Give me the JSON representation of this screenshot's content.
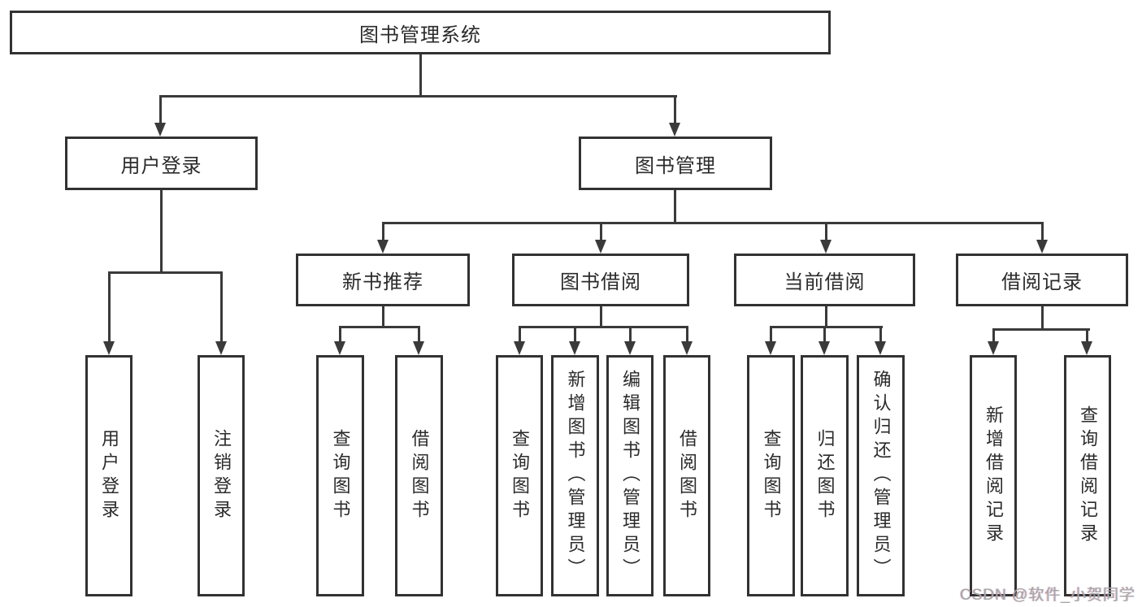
{
  "diagram": {
    "label": "图书管理系统",
    "children": [
      {
        "label": "用户登录",
        "children": [
          {
            "label": "用户登录"
          },
          {
            "label": "注销登录"
          }
        ]
      },
      {
        "label": "图书管理",
        "children": [
          {
            "label": "新书推荐",
            "children": [
              {
                "label": "查询图书"
              },
              {
                "label": "借阅图书"
              }
            ]
          },
          {
            "label": "图书借阅",
            "children": [
              {
                "label": "查询图书"
              },
              {
                "label": "新增图书（管理员）"
              },
              {
                "label": "编辑图书（管理员）"
              },
              {
                "label": "借阅图书"
              }
            ]
          },
          {
            "label": "当前借阅",
            "children": [
              {
                "label": "查询图书"
              },
              {
                "label": "归还图书"
              },
              {
                "label": "确认归还（管理员）"
              }
            ]
          },
          {
            "label": "借阅记录",
            "children": [
              {
                "label": "新增借阅记录"
              },
              {
                "label": "查询借阅记录"
              }
            ]
          }
        ]
      }
    ]
  },
  "watermark": {
    "text": "CSDN @软件_小贺同学"
  },
  "colors": {
    "line": "#3a3a3a",
    "border": "#323232",
    "text": "#2b2b2b",
    "background": "#ffffff",
    "watermark": "#a6a6a6"
  }
}
